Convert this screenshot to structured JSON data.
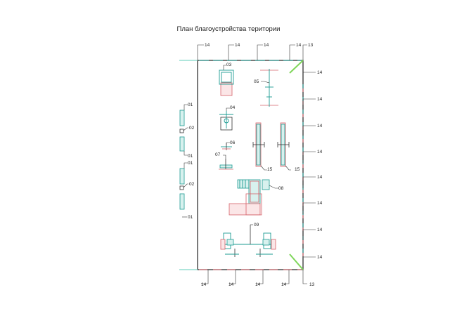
{
  "title": "План благоустройства територии",
  "labels": {
    "top": [
      "14",
      "14",
      "14",
      "14"
    ],
    "top_corner": "13",
    "right": [
      "14",
      "14",
      "14",
      "14",
      "14",
      "14",
      "14",
      "14"
    ],
    "bottom": [
      "14",
      "14",
      "14",
      "14"
    ],
    "bottom_corner": "13",
    "left": [
      "01",
      "02",
      "01",
      "01",
      "02",
      "01"
    ],
    "items": {
      "i03": "03",
      "i04": "04",
      "i05": "05",
      "i06": "06",
      "i07": "07",
      "i08": "08",
      "i09": "09",
      "i15a": "15",
      "i15b": "15"
    }
  },
  "colors": {
    "outline": "#333333",
    "equipment": "#1b9b92",
    "surface": "#d5616a",
    "greenery": "#7fd65a"
  }
}
